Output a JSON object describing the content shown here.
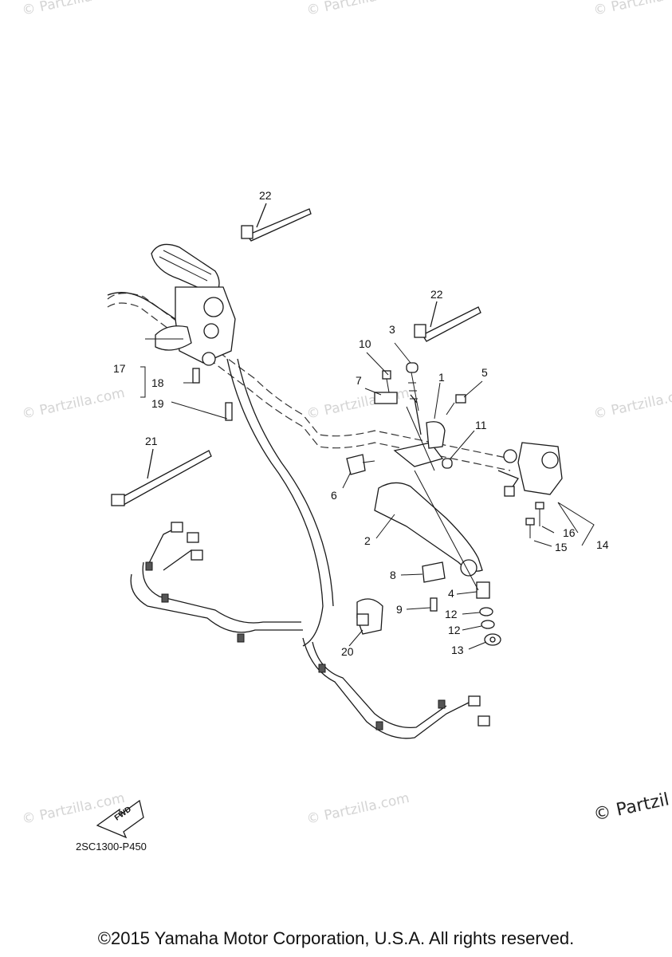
{
  "watermark": {
    "text": "© Partzilla.com",
    "edge_text": "© Partzil"
  },
  "callouts": [
    "22",
    "22",
    "3",
    "10",
    "7",
    "1",
    "5",
    "11",
    "17",
    "18",
    "19",
    "21",
    "6",
    "2",
    "16",
    "15",
    "14",
    "8",
    "4",
    "9",
    "12",
    "12",
    "13",
    "20"
  ],
  "fwd_label": "FWD",
  "diagram_code": "2SC1300-P450",
  "copyright": "©2015 Yamaha Motor Corporation, U.S.A. All rights reserved."
}
